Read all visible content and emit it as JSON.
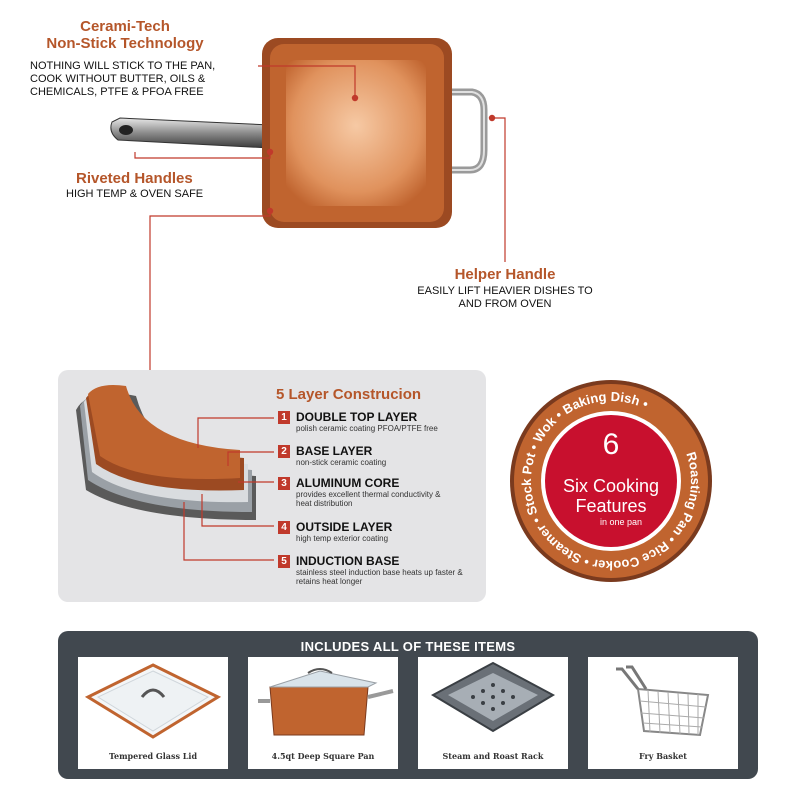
{
  "callouts": {
    "nonstick": {
      "title_line1": "Cerami-Tech",
      "title_line2": "Non-Stick Technology",
      "text_line1": "NOTHING WILL STICK TO THE PAN,",
      "text_line2": "COOK WITHOUT BUTTER, OILS &",
      "text_line3": "CHEMICALS, PTFE & PFOA FREE"
    },
    "riveted": {
      "title": "Riveted Handles",
      "text": "HIGH TEMP & OVEN SAFE"
    },
    "helper": {
      "title": "Helper Handle",
      "text_line1": "EASILY LIFT HEAVIER DISHES TO",
      "text_line2": "AND FROM OVEN"
    }
  },
  "layers": {
    "title": "5 Layer Construcion",
    "items": [
      {
        "num": "1",
        "title": "DOUBLE TOP LAYER",
        "desc": "polish ceramic coating PFOA/PTFE free"
      },
      {
        "num": "2",
        "title": "BASE LAYER",
        "desc": "non-stick ceramic coating"
      },
      {
        "num": "3",
        "title": "ALUMINUM CORE",
        "desc": "provides excellent thermal conductivity & heat distribution"
      },
      {
        "num": "4",
        "title": "OUTSIDE LAYER",
        "desc": "high temp exterior coating"
      },
      {
        "num": "5",
        "title": "INDUCTION BASE",
        "desc": "stainless steel induction base heats up faster & retains heat longer"
      }
    ]
  },
  "badge": {
    "number": "6",
    "line1": "Six Cooking",
    "line2": "Features",
    "line3": "in one pan",
    "ring_text": "Roasting Pan • Rice Cooker • Steamer • Stock Pot • Wok • Baking Dish •"
  },
  "items_panel": {
    "title": "INCLUDES ALL OF THESE ITEMS",
    "items": [
      {
        "label": "Tempered Glass Lid"
      },
      {
        "label": "4.5qt Deep Square Pan"
      },
      {
        "label": "Steam and Roast Rack"
      },
      {
        "label": "Fry Basket"
      }
    ]
  },
  "colors": {
    "accent_red": "#c0392b",
    "copper": "#c0642f",
    "title_copper": "#b5562a",
    "panel_dark": "#41484f",
    "panel_light": "#e4e4e6"
  }
}
